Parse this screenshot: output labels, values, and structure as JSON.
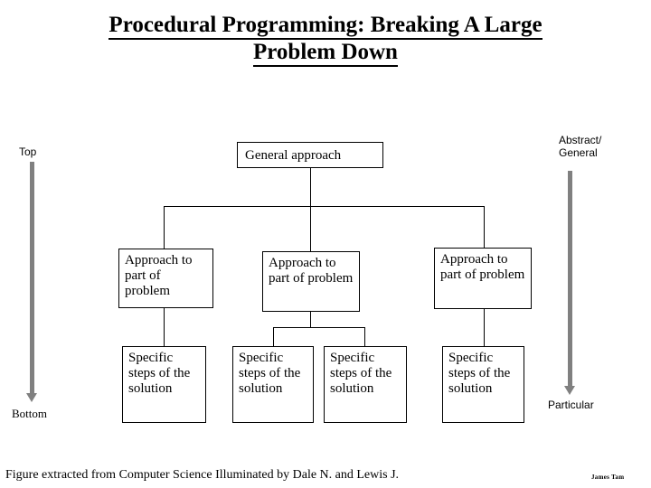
{
  "slide": {
    "title_line1": "Procedural Programming: Breaking A Large",
    "title_line2": "Problem Down",
    "footer": "Figure extracted from Computer Science Illuminated by Dale N. and Lewis J.",
    "credit": "James Tam",
    "background_color": "#ffffff",
    "line_color": "#000000",
    "arrow_color": "#808080"
  },
  "labels": {
    "left_top": "Top",
    "left_bottom": "Bottom",
    "right_top_line1": "Abstract/",
    "right_top_line2": "General",
    "right_bottom": "Particular"
  },
  "diagram": {
    "root": {
      "label": "General approach"
    },
    "level2": [
      {
        "label": "Approach to part of problem"
      },
      {
        "label": "Approach to part of problem"
      },
      {
        "label": "Approach to part of problem"
      }
    ],
    "level3": [
      {
        "label": "Specific steps of the solution"
      },
      {
        "label": "Specific steps of the solution"
      },
      {
        "label": "Specific steps of the solution"
      },
      {
        "label": "Specific steps of the solution"
      }
    ]
  }
}
